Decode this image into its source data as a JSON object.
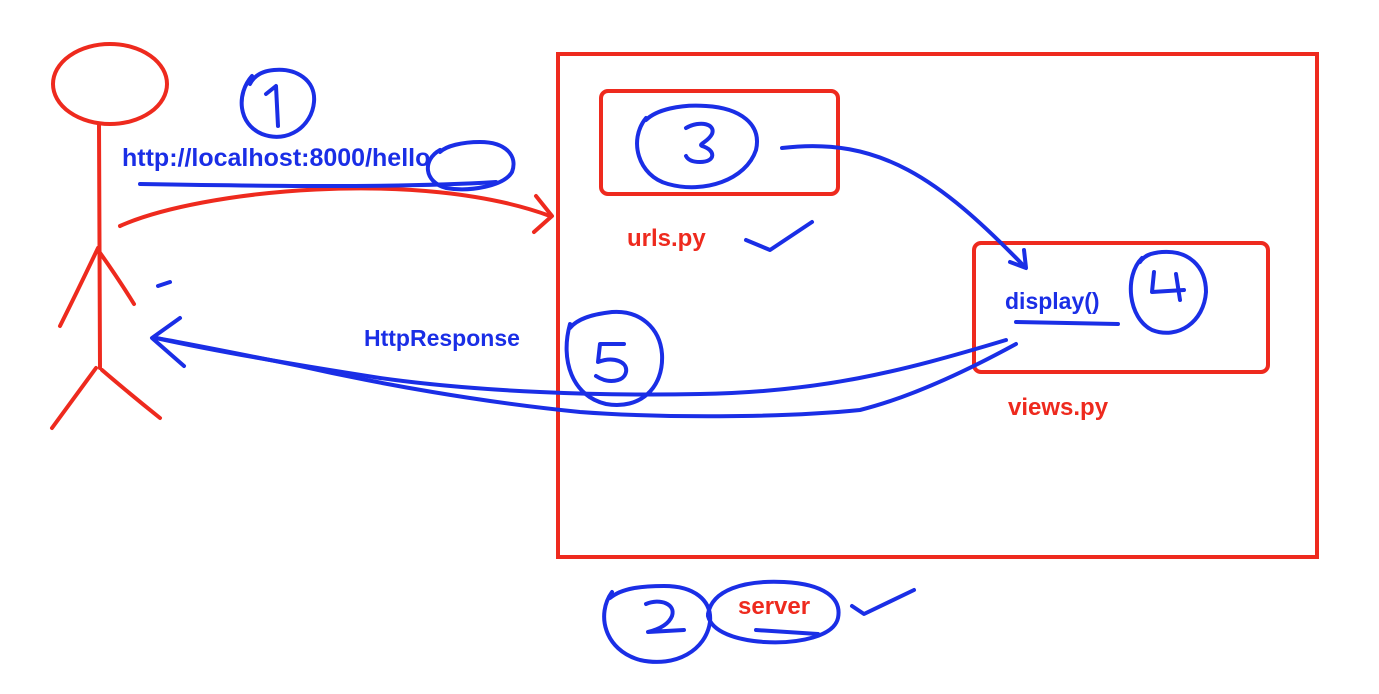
{
  "colors": {
    "ink_red": "#ee2a1e",
    "ink_blue": "#1a2ee6",
    "background": "#ffffff"
  },
  "labels": {
    "url": "http://localhost:8000/hello",
    "http_response": "HttpResponse",
    "display_func": "display()",
    "urls_file": "urls.py",
    "views_file": "views.py",
    "server": "server"
  },
  "steps": [
    "1",
    "2",
    "3",
    "4",
    "5"
  ]
}
